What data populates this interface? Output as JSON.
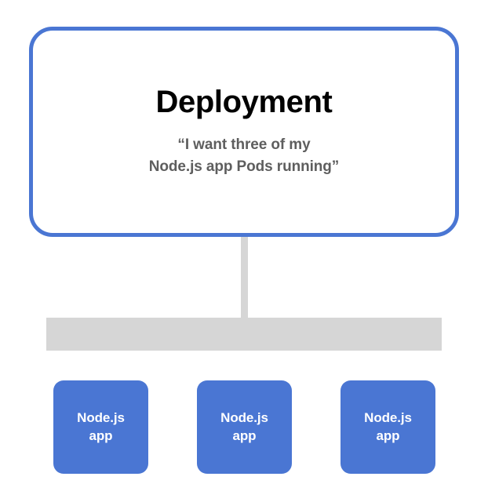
{
  "diagram": {
    "type": "kubernetes-deployment-diagram",
    "background_color": "#ffffff",
    "accent_blue": "#4a76d3",
    "gray": "#d6d6d6",
    "deployment": {
      "title": "Deployment",
      "subtitle_line_1": "“I want three of my",
      "subtitle_line_2": "Node.js app Pods running”",
      "border_color": "#4a76d3",
      "title_color": "#010101",
      "subtitle_color": "#5e5e5e"
    },
    "connector": {
      "name": "vertical-connector",
      "color": "#d6d6d6"
    },
    "replicaset_bar": {
      "name": "replicaset-bar",
      "label": "",
      "color": "#d6d6d6"
    },
    "pods": [
      {
        "line_1": "Node.js",
        "line_2": "app",
        "fill": "#4a76d3",
        "text_color": "#ffffff"
      },
      {
        "line_1": "Node.js",
        "line_2": "app",
        "fill": "#4a76d3",
        "text_color": "#ffffff"
      },
      {
        "line_1": "Node.js",
        "line_2": "app",
        "fill": "#4a76d3",
        "text_color": "#ffffff"
      }
    ]
  }
}
